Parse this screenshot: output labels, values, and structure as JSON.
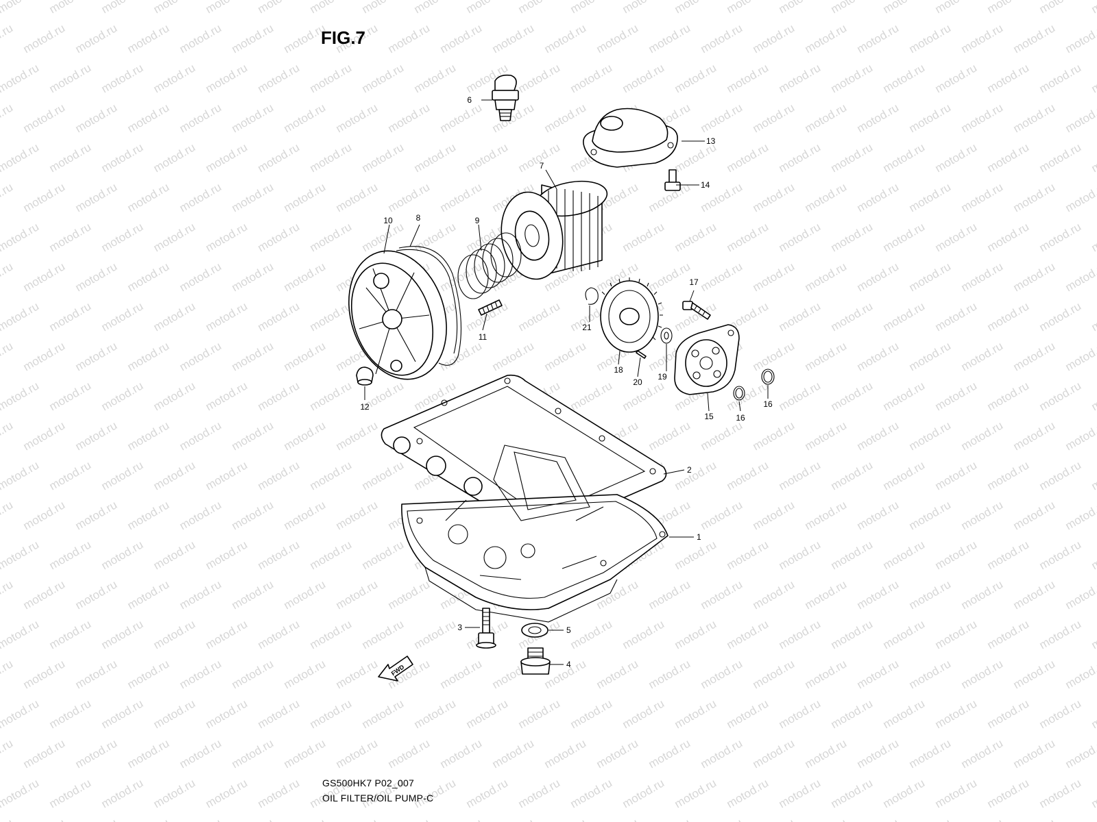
{
  "figure": {
    "title": "FIG.7",
    "code": "GS500HK7 P02_007",
    "caption": "OIL FILTER/OIL PUMP-C"
  },
  "watermark": {
    "text": "motod.ru",
    "color": "#d6d6d6"
  },
  "fwd_arrow": {
    "label": "FWD"
  },
  "callouts": [
    {
      "part": "1",
      "label": "1"
    },
    {
      "part": "2",
      "label": "2"
    },
    {
      "part": "3",
      "label": "3"
    },
    {
      "part": "4",
      "label": "4"
    },
    {
      "part": "5",
      "label": "5"
    },
    {
      "part": "6",
      "label": "6"
    },
    {
      "part": "7",
      "label": "7"
    },
    {
      "part": "8",
      "label": "8"
    },
    {
      "part": "9",
      "label": "9"
    },
    {
      "part": "10",
      "label": "10"
    },
    {
      "part": "11",
      "label": "11"
    },
    {
      "part": "12",
      "label": "12"
    },
    {
      "part": "13",
      "label": "13"
    },
    {
      "part": "14",
      "label": "14"
    },
    {
      "part": "15",
      "label": "15"
    },
    {
      "part": "16",
      "label": "16"
    },
    {
      "part": "16b",
      "label": "16"
    },
    {
      "part": "17",
      "label": "17"
    },
    {
      "part": "18",
      "label": "18"
    },
    {
      "part": "19",
      "label": "19"
    },
    {
      "part": "20",
      "label": "20"
    },
    {
      "part": "21",
      "label": "21"
    }
  ]
}
